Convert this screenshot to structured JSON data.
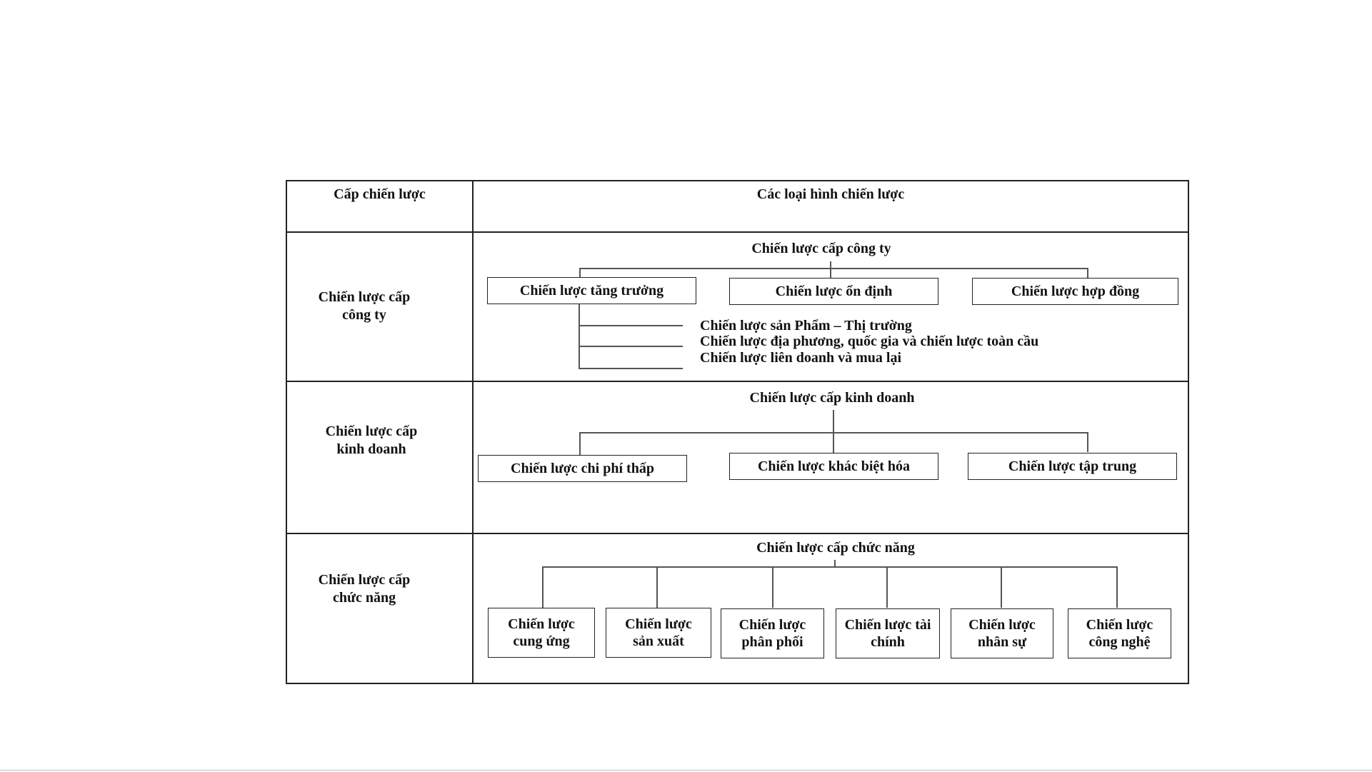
{
  "header": {
    "left": "Cấp chiến lược",
    "right": "Các loại hình chiến lược"
  },
  "rows": [
    {
      "level": "Chiến lược cấp công ty",
      "title": "Chiến lược cấp công ty",
      "boxes": [
        "Chiến lược tăng trưởng",
        "Chiến lược ổn định",
        "Chiến lược hợp đồng"
      ],
      "sub_items": [
        "Chiến lược sản Phẩm – Thị trường",
        "Chiến lược địa phương, quốc gia và chiến lược toàn cầu",
        "Chiến lược liên doanh và mua lại"
      ]
    },
    {
      "level": "Chiến lược cấp kinh doanh",
      "title": "Chiến lược cấp kinh doanh",
      "boxes": [
        "Chiến lược chi phí thấp",
        "Chiến lược khác biệt hóa",
        "Chiến lược tập trung"
      ]
    },
    {
      "level": "Chiến lược cấp chức năng",
      "title": "Chiến lược cấp chức năng",
      "boxes": [
        "Chiến lược cung ứng",
        "Chiến lược sản xuất",
        "Chiến lược phân phối",
        "Chiến lược tài chính",
        "Chiến lược nhân sự",
        "Chiến lược công nghệ"
      ]
    }
  ]
}
